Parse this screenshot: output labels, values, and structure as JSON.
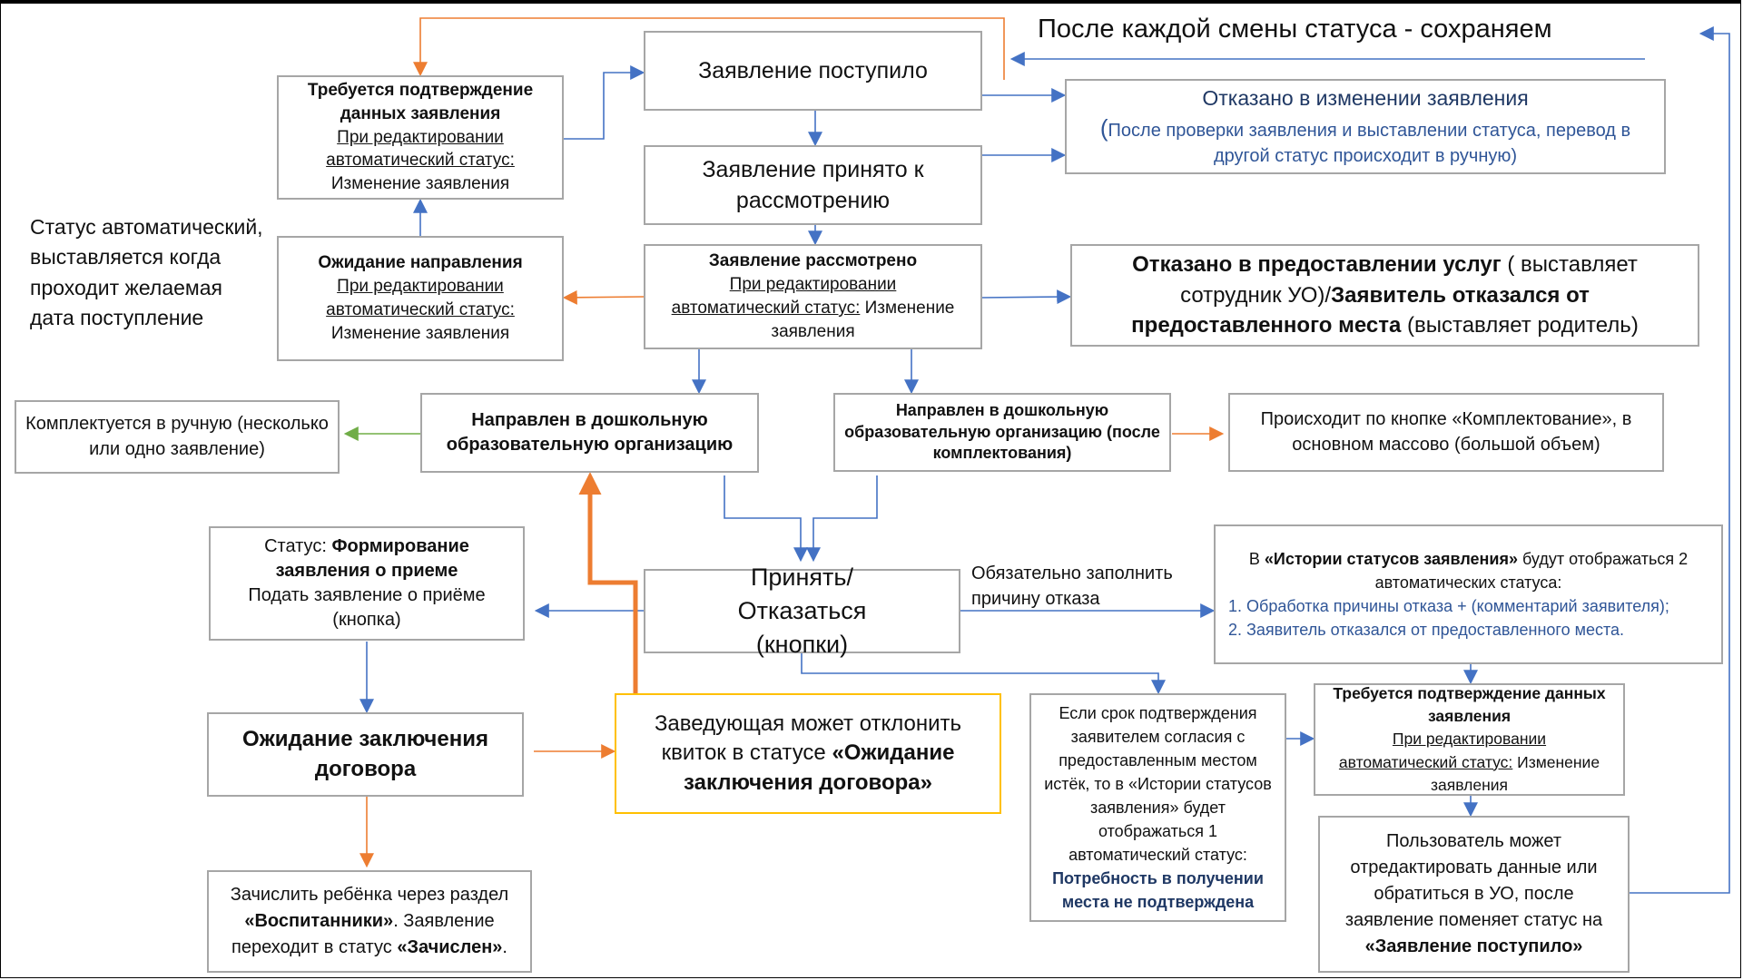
{
  "title": "После каждой смены статуса - сохраняем",
  "left_note": [
    "Статус автоматический,",
    "выставляется когда",
    "проходит желаемая",
    "дата поступление"
  ],
  "refuse_note": [
    "Обязательно заполнить",
    "причину отказа"
  ],
  "boxes": {
    "confirm_left": {
      "title": "Требуется подтверждение данных заявления",
      "u1": "При редактировании",
      "u2": "автоматический статус:",
      "rest": "Изменение заявления"
    },
    "received": {
      "title": "Заявление поступило"
    },
    "accepted": {
      "title": "Заявление принято к рассмотрению"
    },
    "reviewed": {
      "title": "Заявление рассмотрено",
      "u1": "При редактировании",
      "u2": "автоматический статус:",
      "rest": "Изменение заявления"
    },
    "waiting": {
      "title": "Ожидание направления",
      "u1": "При редактировании",
      "u2": "автоматический статус:",
      "rest": "Изменение заявления"
    },
    "change_denied": {
      "title": "Отказано в изменении заявления",
      "paren": "(",
      "note": "После проверки заявления и выставлении статуса, перевод в другой статус происходит в ручную)"
    },
    "service_denied": {
      "b1": "Отказано в предоставлении услуг",
      "t1": " ( выставляет сотрудник УО)/",
      "b2": "Заявитель отказался от предоставленного места",
      "t2": " (выставляет родитель)"
    },
    "manual": {
      "text": "Комплектуется в ручную (несколько или одно заявление)"
    },
    "sent": {
      "title": "Направлен в дошкольную образовательную организацию"
    },
    "sent_after": {
      "title": "Направлен в дошкольную образовательную организацию (после комплектования)"
    },
    "button_note": {
      "text": "Происходит по кнопке «Комплектование», в основном массово (большой объем)"
    },
    "forming": {
      "label": "Статус: ",
      "bold": "Формирование заявления о приеме",
      "rest": "Подать заявление о приёме (кнопка)"
    },
    "accept_refuse": {
      "title": "Принять/Отказаться (кнопки)"
    },
    "history": {
      "t1": "В ",
      "b1": "«Истории статусов заявления»",
      "t2": " будут отображаться 2 автоматических статуса:",
      "i1": "1. Обработка причины отказа + (комментарий заявителя);",
      "i2": "2. Заявитель отказался от предоставленного места."
    },
    "contract_wait": {
      "title": "Ожидание заключения договора"
    },
    "head_reject": {
      "t1": "Заведующая может отклонить квиток в статусе ",
      "b1": "«Ожидание заключения договора»"
    },
    "expired": {
      "text": "Если срок подтверждения заявителем согласия с предоставленным местом истёк, то в «Истории статусов заявления» будет отображаться 1 автоматический статус:",
      "bold": "Потребность в получении места не подтверждена"
    },
    "confirm_right": {
      "title": "Требуется подтверждение данных заявления",
      "u1": "При редактировании",
      "u2": "автоматический статус:",
      "rest": " Изменение заявления"
    },
    "user_edit": {
      "text": "Пользователь может отредактировать данные или обратиться в УО, после заявление поменяет статус на",
      "bold": "«Заявление поступило»"
    },
    "enroll": {
      "t1": "Зачислить ребёнка через раздел ",
      "b1": "«Воспитанники»",
      "t2": ". Заявление переходит в статус ",
      "b2": "«Зачислен»",
      "t3": "."
    }
  },
  "colors": {
    "blue": "#4472c4",
    "orange": "#ed7d31",
    "green": "#70ad47",
    "yellow": "#ffc000",
    "border": "#a6a6a6"
  }
}
